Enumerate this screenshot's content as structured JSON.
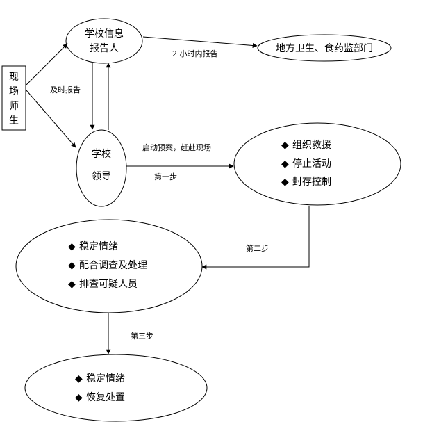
{
  "colors": {
    "stroke": "#000000",
    "background": "#ffffff",
    "text": "#000000"
  },
  "bullet_glyph": "◆",
  "nodes": {
    "site": {
      "label_chars": [
        "现",
        "场",
        "师",
        "生"
      ]
    },
    "reporter": {
      "label_line1": "学校信息",
      "label_line2": "报告人"
    },
    "health_dept": {
      "label": "地方卫生、食药监部门"
    },
    "leader": {
      "label_line1": "学校",
      "label_line2": "领导"
    },
    "step1": {
      "items": [
        "组织救援",
        "停止活动",
        "封存控制"
      ]
    },
    "step2": {
      "items": [
        "稳定情绪",
        "配合调查及处理",
        "排查可疑人员"
      ]
    },
    "step3": {
      "items": [
        "稳定情绪",
        "恢复处置"
      ]
    }
  },
  "edges": {
    "report_timely": "及时报告",
    "report_2h": "2 小时内报告",
    "launch_plan": "启动预案，赶赴现场",
    "step_one": "第一步",
    "step_two": "第二步",
    "step_three": "第三步"
  }
}
